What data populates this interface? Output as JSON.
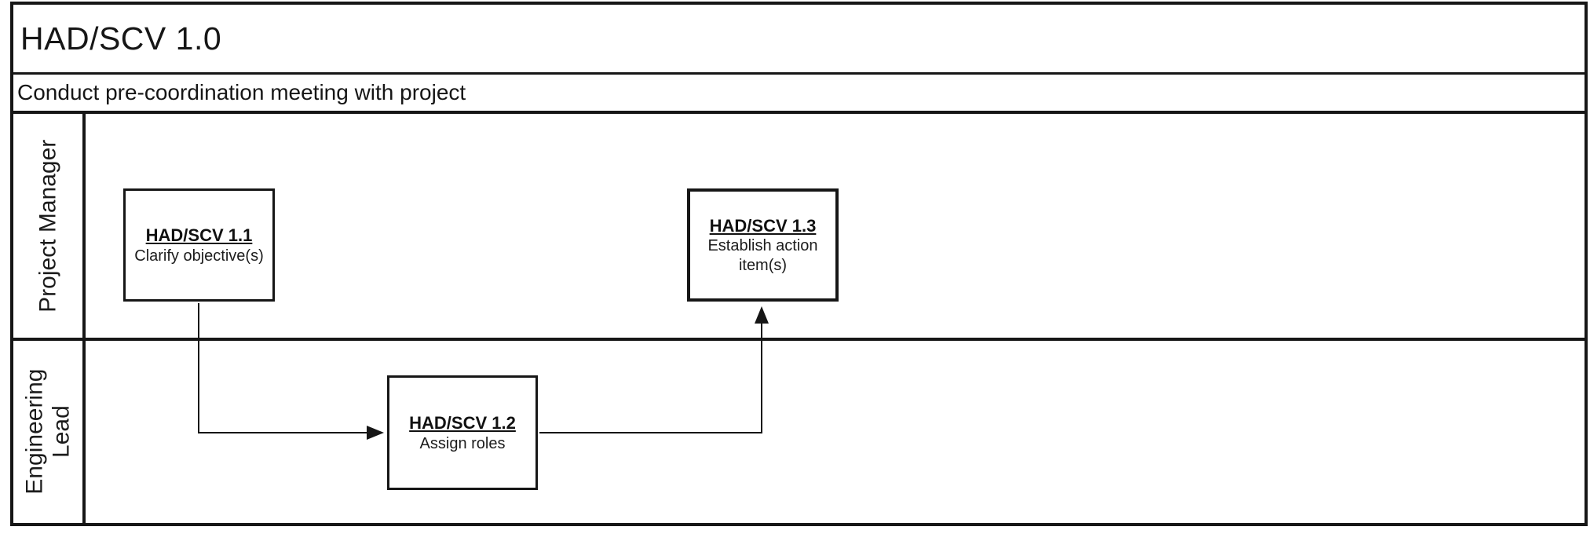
{
  "diagram": {
    "title": "HAD/SCV 1.0",
    "subtitle": "Conduct pre-coordination meeting with project",
    "lanes": [
      {
        "label": "Project Manager"
      },
      {
        "label": "Engineering Lead"
      }
    ],
    "nodes": [
      {
        "id": "HAD/SCV 1.1",
        "label": "Clarify objective(s)",
        "lane": "Project Manager"
      },
      {
        "id": "HAD/SCV 1.2",
        "label": "Assign roles",
        "lane": "Engineering Lead"
      },
      {
        "id": "HAD/SCV 1.3",
        "label": "Establish action item(s)",
        "lane": "Project Manager"
      }
    ],
    "edges": [
      {
        "from": "HAD/SCV 1.1",
        "to": "HAD/SCV 1.2"
      },
      {
        "from": "HAD/SCV 1.2",
        "to": "HAD/SCV 1.3"
      }
    ],
    "colors": {
      "ink": "#161616",
      "background": "#ffffff"
    }
  }
}
